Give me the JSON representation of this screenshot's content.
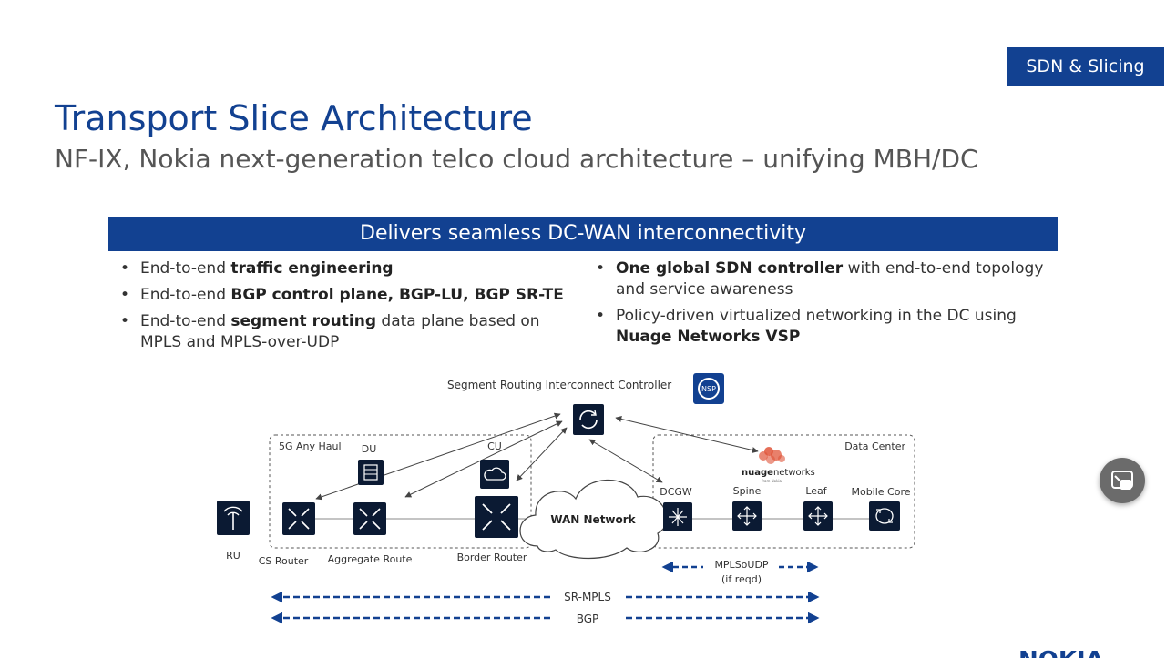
{
  "tag": "SDN & Slicing",
  "title": "Transport Slice Architecture",
  "subtitle": "NF-IX, Nokia next-generation telco cloud architecture – unifying MBH/DC",
  "banner": "Delivers seamless DC-WAN interconnectivity",
  "bullets_left": [
    {
      "pre": "End-to-end ",
      "bold": "traffic engineering",
      "post": ""
    },
    {
      "pre": "End-to-end ",
      "bold": "BGP control plane, BGP-LU, BGP SR-TE",
      "post": ""
    },
    {
      "pre": "End-to-end ",
      "bold": "segment routing",
      "post": " data plane based on MPLS and MPLS-over-UDP"
    }
  ],
  "bullets_right": [
    {
      "pre": "",
      "bold": "One global SDN controller",
      "post": " with end-to-end topology and service awareness"
    },
    {
      "pre": "Policy-driven virtualized networking in the DC using ",
      "bold": "Nuage Networks VSP",
      "post": ""
    }
  ],
  "diagram": {
    "controller_label": "Segment Routing  Interconnect Controller",
    "nsp_badge": "NSP",
    "anyhaul_label": "5G Any Haul",
    "du": "DU",
    "cu": "CU",
    "ru": "RU",
    "cs_router": "CS Router",
    "aggregate": "Aggregate Route",
    "border": "Border Router",
    "wan": "WAN Network",
    "dc_label": "Data Center",
    "nuage_bold": "nuage",
    "nuage_rest": "networks",
    "nuage_sub": "from Nokia",
    "dcgw": "DCGW",
    "spine": "Spine",
    "leaf": "Leaf",
    "mobile_core": "Mobile Core",
    "mplsoudp": "MPLSoUDP",
    "if_reqd": "(if reqd)",
    "sr_mpls": "SR-MPLS",
    "bgp": "BGP"
  },
  "colors": {
    "brand": "#124191",
    "icon": "#0b1a33",
    "nuage": "#e0553a"
  },
  "icons": [
    "antenna-icon",
    "router-cross-icon",
    "server-icon",
    "cloud-icon",
    "controller-cycle-icon",
    "nsp-icon",
    "nuage-logo-icon",
    "dcgw-icon",
    "spine-icon",
    "leaf-icon",
    "mobile-core-icon",
    "screen-cast-icon"
  ],
  "footer_logo": "NOKIA"
}
